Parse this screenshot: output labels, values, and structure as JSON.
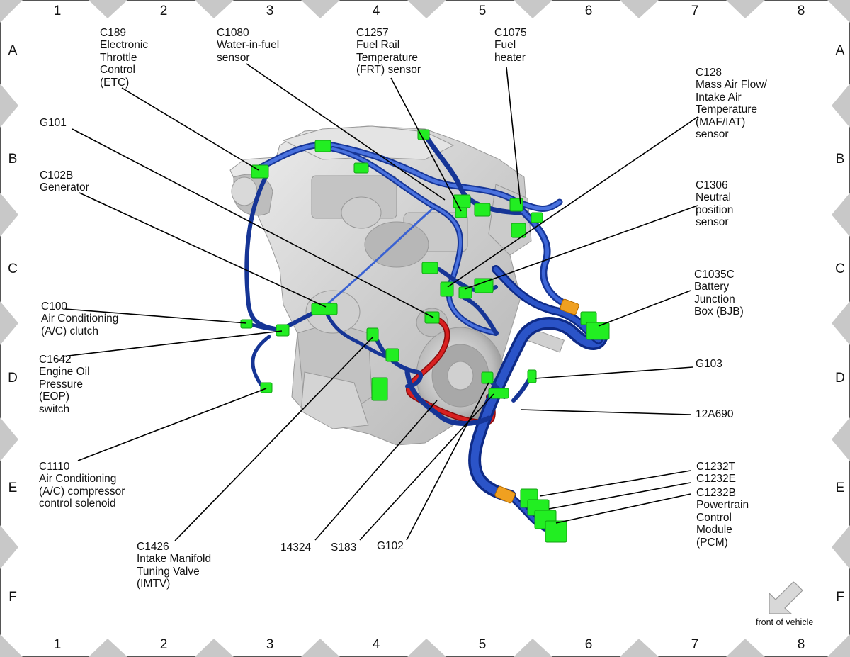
{
  "grid": {
    "columns": [
      "1",
      "2",
      "3",
      "4",
      "5",
      "6",
      "7",
      "8"
    ],
    "rows": [
      "A",
      "B",
      "C",
      "D",
      "E",
      "F"
    ]
  },
  "callouts": {
    "c189": "C189\nElectronic\nThrottle\nControl\n(ETC)",
    "c1080": "C1080\nWater-in-fuel\nsensor",
    "c1257": "C1257\nFuel Rail\nTemperature\n(FRT) sensor",
    "c1075": "C1075\nFuel\nheater",
    "c128": "C128\nMass Air Flow/\nIntake Air\nTemperature\n(MAF/IAT)\nsensor",
    "g101": "G101",
    "c102b": "C102B\nGenerator",
    "c1306": "C1306\nNeutral\nposition\nsensor",
    "c100": "C100\nAir Conditioning\n(A/C) clutch",
    "c1035c": "C1035C\nBattery\nJunction\nBox (BJB)",
    "c1642": "C1642\nEngine Oil\nPressure\n(EOP)\nswitch",
    "g103": "G103",
    "h12a690": "12A690",
    "c1110": "C1110\nAir Conditioning\n(A/C) compressor\ncontrol solenoid",
    "c1232t": "C1232T",
    "c1232e": "C1232E",
    "c1232b": "C1232B\nPowertrain\nControl\nModule\n(PCM)",
    "c1426": "C1426\nIntake Manifold\nTuning Valve\n(IMTV)",
    "h14324": "14324",
    "s183": "S183",
    "g102": "G102"
  },
  "front_of_vehicle": "front of vehicle",
  "colors": {
    "harness": "#2448b8",
    "harness_light": "#5b7fe0",
    "power_cable": "#d11a1a",
    "connector": "#22ee22",
    "connector_orange": "#f0a020",
    "engine": "#d6d6d6",
    "frame_marker": "#c8c8c8"
  }
}
